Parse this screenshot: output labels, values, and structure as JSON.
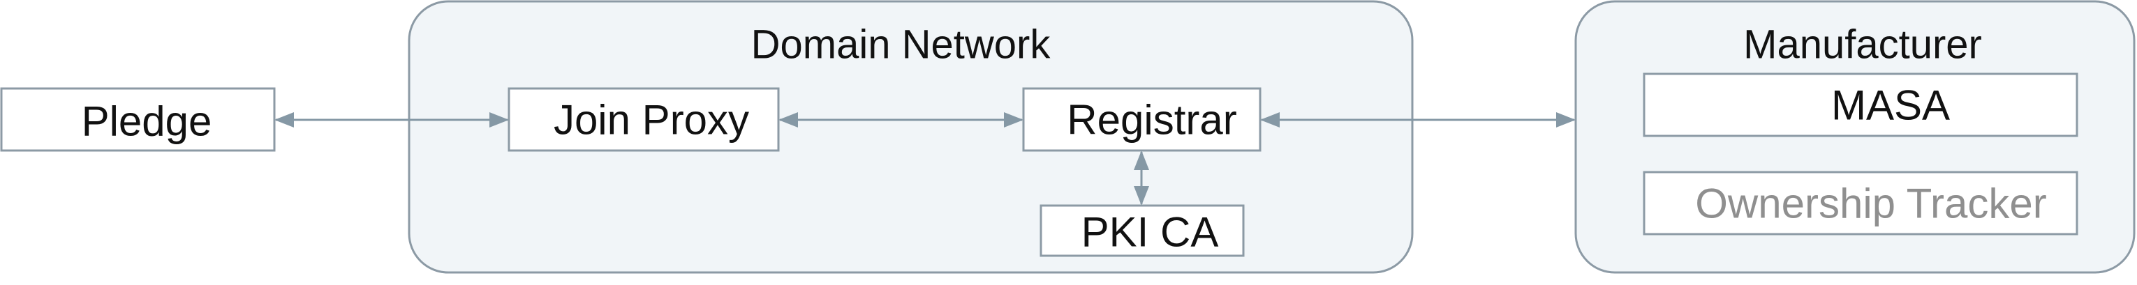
{
  "diagram": {
    "zones": {
      "domain": {
        "label": "Domain Network"
      },
      "manufacturer": {
        "label": "Manufacturer"
      }
    },
    "nodes": {
      "pledge": {
        "label": "Pledge"
      },
      "join_proxy": {
        "label": "Join Proxy"
      },
      "registrar": {
        "label": "Registrar"
      },
      "pki_ca": {
        "label": "PKI CA"
      },
      "masa": {
        "label": "MASA"
      },
      "ownership_tracker": {
        "label": "Ownership Tracker"
      }
    },
    "edges": [
      {
        "from": "Pledge",
        "to": "Join Proxy",
        "direction": "bidirectional"
      },
      {
        "from": "Join Proxy",
        "to": "Registrar",
        "direction": "bidirectional"
      },
      {
        "from": "Registrar",
        "to": "PKI CA",
        "direction": "bidirectional"
      },
      {
        "from": "Registrar",
        "to": "Manufacturer",
        "direction": "bidirectional"
      }
    ],
    "colors": {
      "zone_fill": "#f1f5f8",
      "border": "#8c9aa5",
      "arrow": "#8598a5",
      "text": "#111111",
      "muted_text": "#8f8f8f"
    }
  }
}
